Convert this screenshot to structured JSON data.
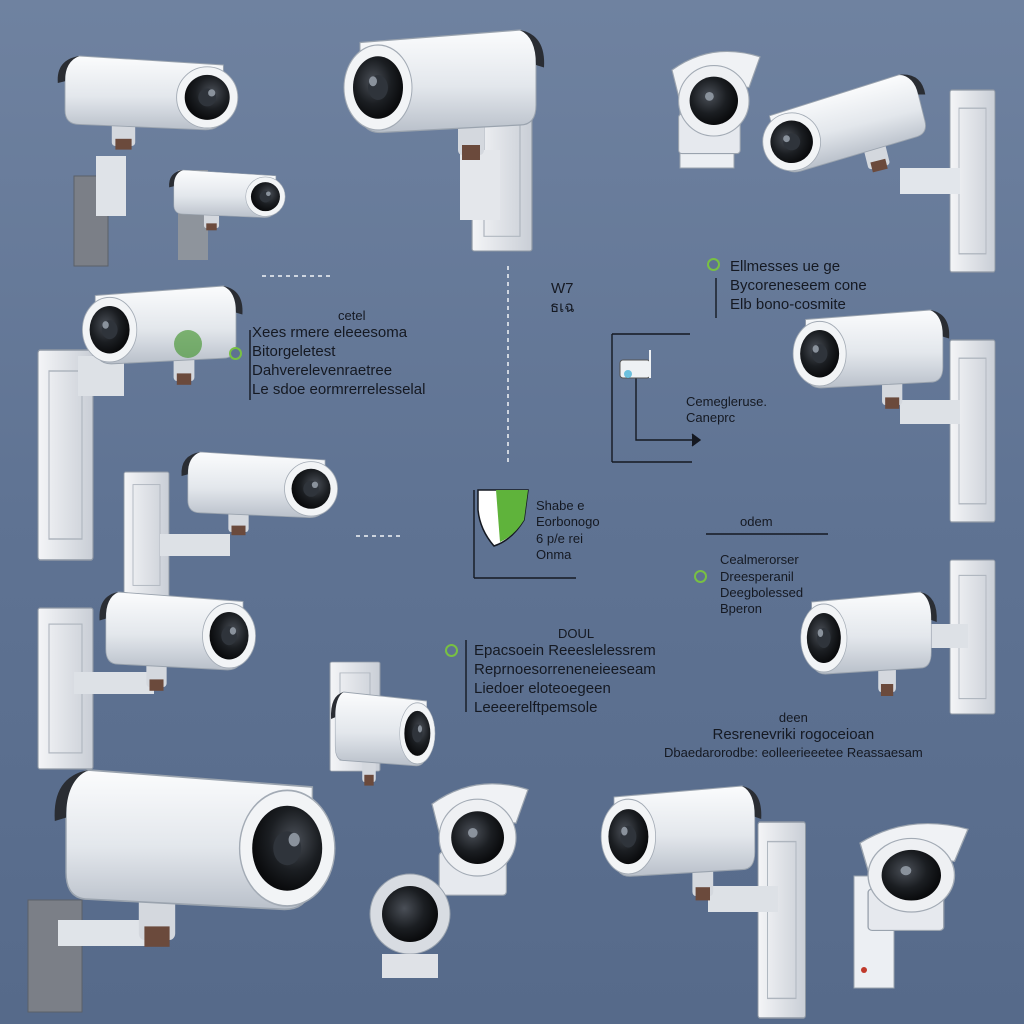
{
  "colors": {
    "background": "#607393",
    "camera_body": "#eceff3",
    "accent": "#78c043"
  },
  "labels": {
    "top_center": {
      "h1": "W7",
      "h2": "ธเฉ"
    },
    "top_right": {
      "lines": [
        "Ellmesses ue ge",
        "Bycoreneseem cone",
        "Elb bono-cosmite"
      ]
    },
    "left_upper": {
      "h": "cetel",
      "lines": [
        "Xees rmere eleeesoma",
        "Bitorgeletest",
        "Dahverelevenraetree",
        "Le sdoe eormrerrelesselal"
      ]
    },
    "center_diagram": {
      "lines": [
        "Cemegleruse.",
        "Caneprc"
      ]
    },
    "center_panel": {
      "lines": [
        "Shabe e",
        "Eorbonogo",
        "6 p/e rei",
        "Onma"
      ]
    },
    "right_middle": {
      "h": "odem",
      "lines": [
        "Cealmerorser",
        "Dreesperanil",
        "Deegbolessed",
        "Bperon"
      ]
    },
    "bottom_center": {
      "h": "DOUL",
      "lines": [
        "Epacsoein Reeeslelessrem",
        "Reprnoesorreneneieeseam",
        "Liedoer eloteoegeen",
        "Leeeerelftpemsole"
      ]
    },
    "bottom_right": {
      "h": "deen",
      "lines": [
        "Resrenevriki rogoceioan",
        "Dbaedarorodbe: eolleerieeetee Reassaesam"
      ]
    }
  }
}
